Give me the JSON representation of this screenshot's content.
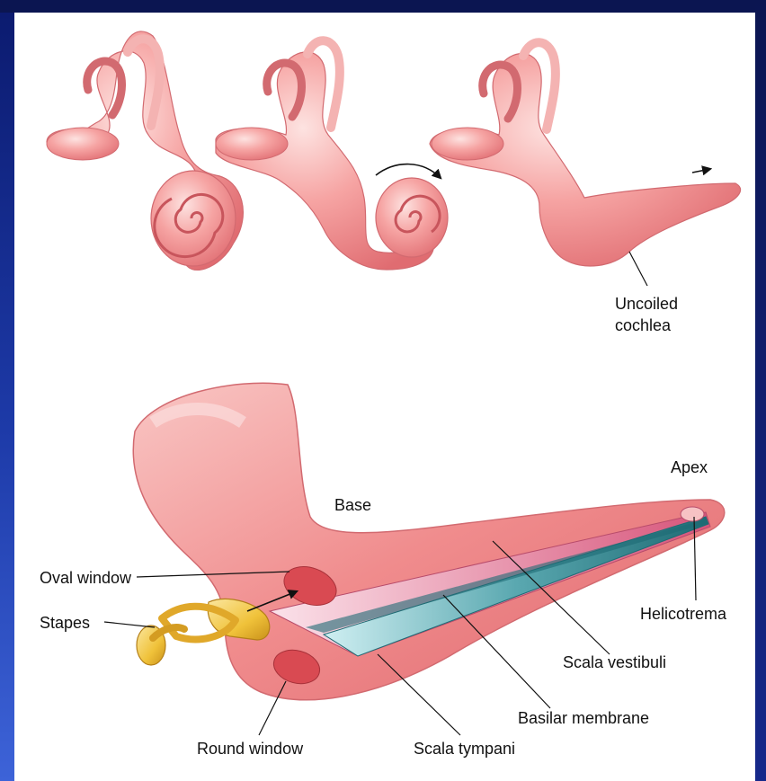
{
  "labels": {
    "uncoiled_cochlea_1": "Uncoiled",
    "uncoiled_cochlea_2": "cochlea",
    "apex": "Apex",
    "base": "Base",
    "oval_window": "Oval window",
    "stapes": "Stapes",
    "helicotrema": "Helicotrema",
    "scala_vestibuli": "Scala vestibuli",
    "basilar_membrane": "Basilar membrane",
    "round_window": "Round window",
    "scala_tympani": "Scala tympani"
  },
  "colors": {
    "tissue": "#f2888a",
    "tissue_dark": "#d95a60",
    "tissue_light": "#fbd0cf",
    "basilar": "#2e7c86",
    "stapes": "#f0c23a"
  }
}
